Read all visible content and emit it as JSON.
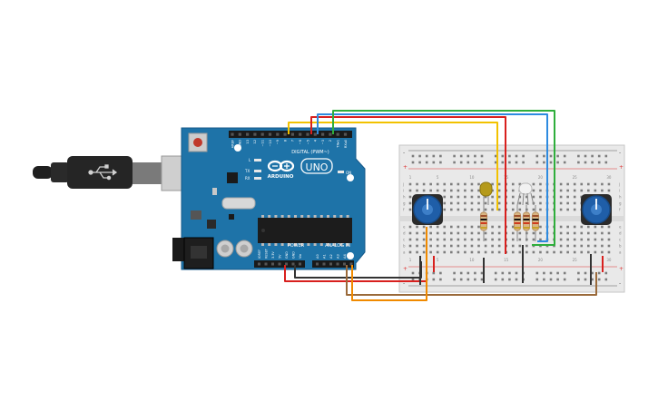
{
  "board": {
    "logo_text": "ARDUINO",
    "model_text": "UNO",
    "digital_label": "DIGITAL (PWM~)",
    "power_label": "POWER",
    "analog_label": "ANALOG IN",
    "on_label": "ON",
    "l_label": "L",
    "tx_label": "TX",
    "rx_label": "RX",
    "digital_pins": [
      "AREF",
      "GND",
      "13",
      "12",
      "~11",
      "~10",
      "~9",
      "8",
      "7",
      "~6",
      "~5",
      "4",
      "~3",
      "2",
      "TX▸1",
      "RX◂0"
    ],
    "power_pins": [
      "IOREF",
      "RESET",
      "3.3V",
      "5V",
      "GND",
      "GND",
      "Vin"
    ],
    "analog_pins": [
      "A0",
      "A1",
      "A2",
      "A3",
      "A4",
      "A5"
    ]
  },
  "breadboard": {
    "top_rail_signs": [
      "-",
      "+"
    ],
    "bottom_rail_signs": [
      "+",
      "-"
    ],
    "row_letters_top": [
      "j",
      "i",
      "h",
      "g",
      "f"
    ],
    "row_letters_bottom": [
      "e",
      "d",
      "c",
      "b",
      "a"
    ],
    "column_numbers": [
      "1",
      "5",
      "10",
      "15",
      "20",
      "25",
      "30"
    ]
  },
  "wire_colors": {
    "yellow": "#f2c200",
    "orange": "#f08a00",
    "red": "#d8201e",
    "green": "#2fae3c",
    "blue": "#2e8be0",
    "brown": "#9a6a3a",
    "black": "#333333"
  }
}
